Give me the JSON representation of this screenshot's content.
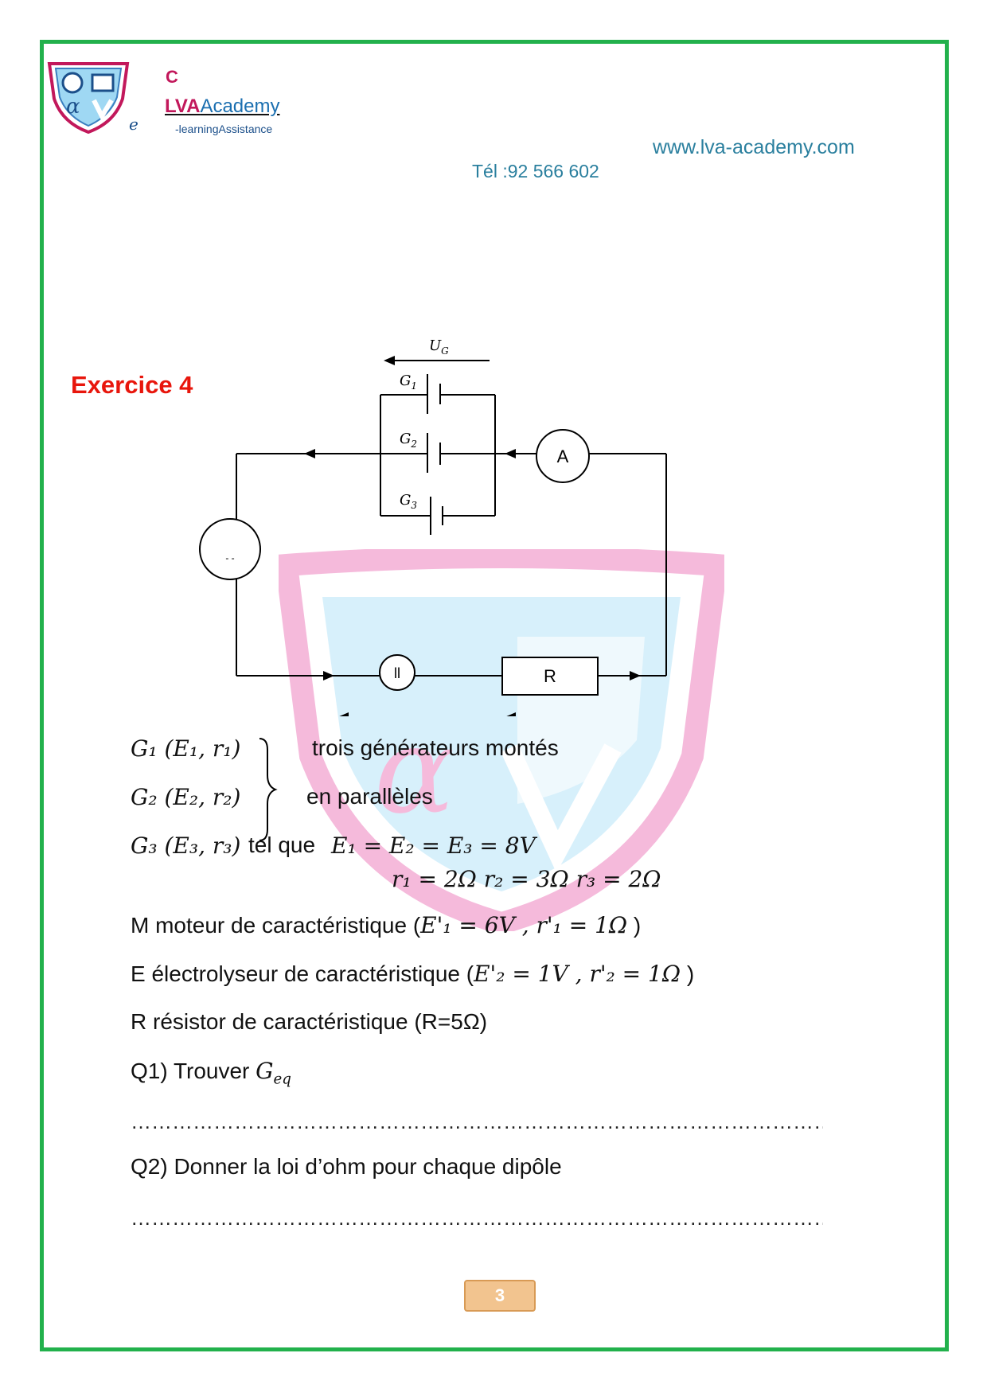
{
  "header": {
    "logo_letter": "C",
    "logo_lva": "LVA",
    "logo_academy": "Academy",
    "logo_e": "e",
    "logo_tagline": "-learningAssistance",
    "website": "www.lva-academy.com",
    "phone": "Tél :92 566 602"
  },
  "exercise": {
    "title": "Exercice 4"
  },
  "circuit": {
    "voltage_label": "U",
    "voltage_sub": "G",
    "g1": "G",
    "g1_sub": "1",
    "g2": "G",
    "g2_sub": "2",
    "g3": "G",
    "g3_sub": "3",
    "ammeter": "A",
    "resistor": "R",
    "motor_mark": "- -",
    "electrolyser_mark": "ll"
  },
  "text": {
    "g1_line": "G₁ (E₁, r₁)",
    "g2_line": "G₂ (E₂, r₂)",
    "g3_line": "G₃ (E₃, r₃)",
    "desc1": "trois générateurs montés",
    "desc2": "en parallèles",
    "tel_que": "tel que",
    "emf_eq": "E₁ = E₂ = E₃ = 8V",
    "r_values": "r₁ = 2Ω     r₂ = 3Ω     r₃ = 2Ω",
    "motor_text": "M moteur de caractéristique (",
    "motor_math": "E'₁ = 6V , r'₁ = 1Ω",
    "motor_close": " )",
    "electro_text": "E électrolyseur de caractéristique (",
    "electro_math": "E'₂ = 1V , r'₂ = 1Ω",
    "electro_close": " )",
    "resistor_text": "R résistor de caractéristique (R=5Ω)",
    "q1_text": "Q1) Trouver ",
    "q1_math": "G",
    "q1_sub": "eq",
    "answer1": "…………………………………………………………………………………………………………….",
    "q2_text": "Q2) Donner la loi d’ohm pour chaque dipôle",
    "answer2": "…………………………………………………………………………………………………………….",
    "page_number": "3"
  }
}
